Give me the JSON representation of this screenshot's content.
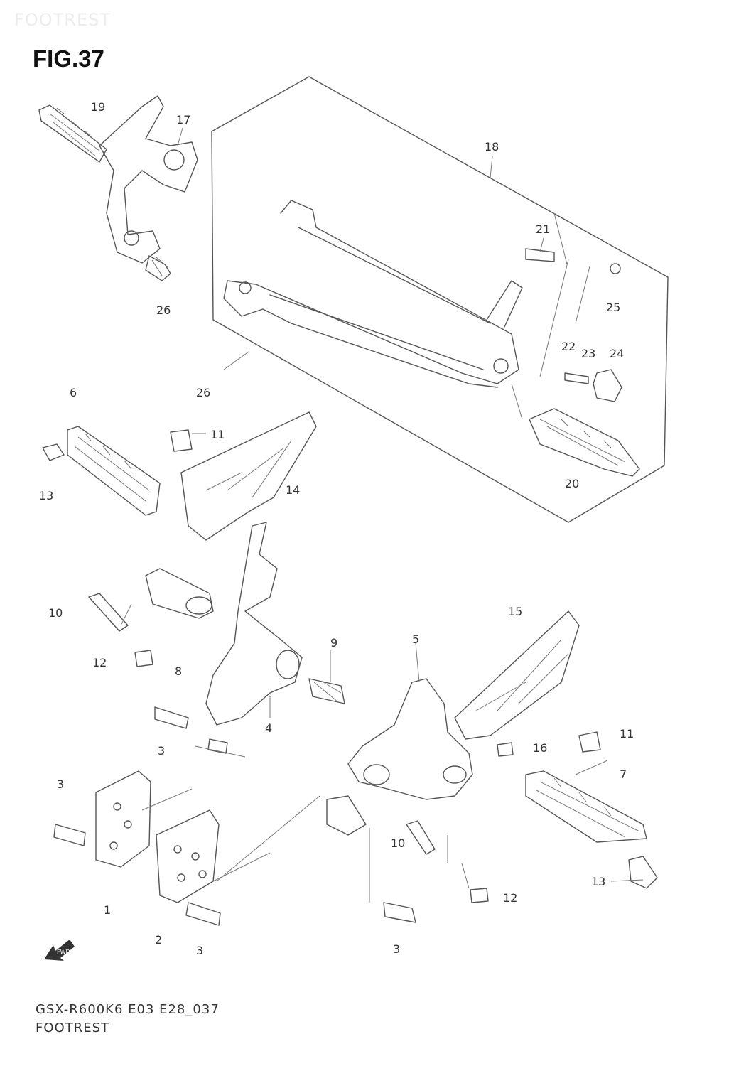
{
  "watermark": "FOOTREST",
  "figure_title": "FIG.37",
  "footer": {
    "model_code": "GSX-R600K6 E03 E28_037",
    "section_name": "FOOTREST"
  },
  "callouts": [
    "19",
    "17",
    "18",
    "21",
    "25",
    "26",
    "22",
    "23",
    "24",
    "26",
    "6",
    "11",
    "13",
    "14",
    "20",
    "10",
    "12",
    "8",
    "9",
    "5",
    "15",
    "4",
    "3",
    "11",
    "16",
    "7",
    "3",
    "10",
    "12",
    "13",
    "1",
    "2",
    "3",
    "3"
  ],
  "fwd_label": "FWD"
}
